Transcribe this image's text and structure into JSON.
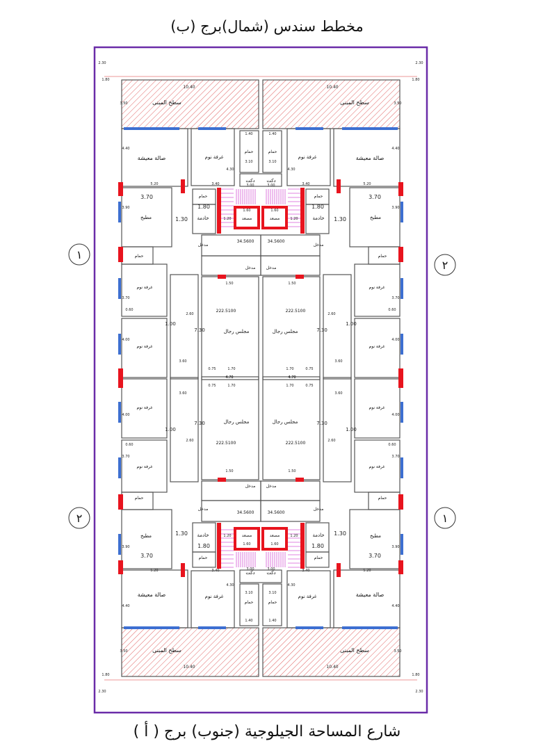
{
  "title": "مخطط سندس (شمال)برج (ب)",
  "street_label": "شارع المساحة الجيلوجية (جنوب) برج ( أ )",
  "axis_markers": {
    "top_left": "١",
    "top_right": "٢",
    "bottom_left": "٢",
    "bottom_right": "١"
  },
  "rooms": {
    "roof": "سطح المبنى",
    "living": "صالة معيشة",
    "bedroom": "غرفة نوم",
    "bath": "حمام",
    "duct": "دكت",
    "kitchen": "مطبخ",
    "maid": "خادمة",
    "lift": "مصعد",
    "entrance": "مدخل",
    "majlis": "مجلس رجال"
  },
  "areas": {
    "lobby": "34.5600",
    "majlis": "222.5100"
  },
  "dimensions": {
    "roof_width": "10.40",
    "roof_depth": "3.50",
    "kitchen_width": "3.70",
    "kitchen_depth": "3.90",
    "maid_width": "1.80",
    "corridor": "1.30",
    "bedroom_depth": "4.30",
    "bath_width": "1.40",
    "bath_depth": "3.10",
    "living_width": "5.20",
    "bedroom_width": "3.40",
    "living_depth": "4.40",
    "lift_width": "1.60",
    "stair_width": "1.20",
    "lobby_depth": "1.50",
    "majlis_depth": "7.30",
    "majlis_width": "4.70",
    "seat": "1.70",
    "seat_gap": "0.75",
    "closet": "2.60",
    "door": "1.00",
    "wc_width": "3.60",
    "bed_side": "0.60",
    "bedroom3_depth": "4.00",
    "bedroom2_depth": "3.70",
    "duct_width": "3.00",
    "site_setback": "1.80",
    "site_offset": "2.30"
  },
  "colors": {
    "border": "#6a2ca8",
    "wall": "#555555",
    "column": "#e8141e",
    "window": "#3d6fd1",
    "stairs": "#d65ad6",
    "hatch": "#e06060",
    "dim": "#d93030"
  }
}
